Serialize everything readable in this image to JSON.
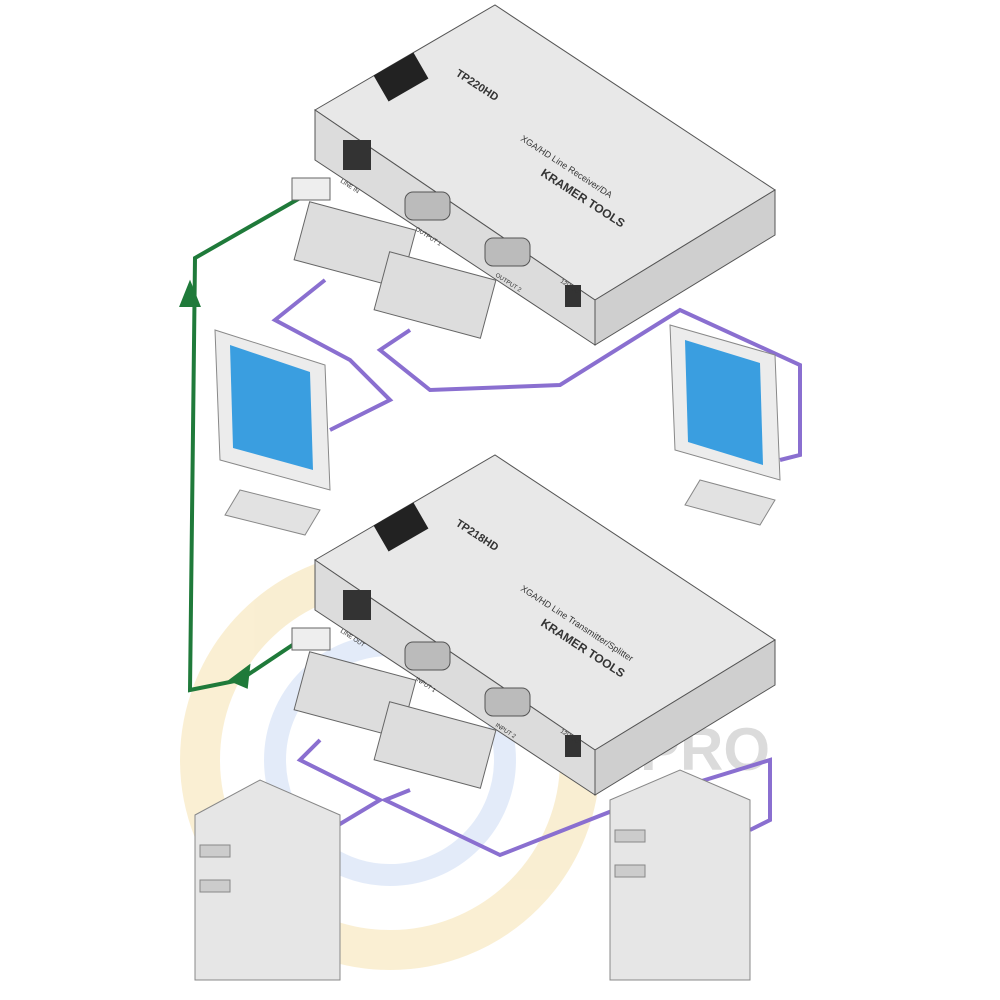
{
  "receiver": {
    "brand": "KRAMER TOOLS",
    "model": "TP220HD",
    "description": "XGA/HD Line Receiver/DA",
    "ports": [
      "LINE IN",
      "OUTPUT 1",
      "OUTPUT 2",
      "12V DC"
    ]
  },
  "transmitter": {
    "brand": "KRAMER TOOLS",
    "model": "TP218HD",
    "description": "XGA/HD Line Transmitter/Splitter",
    "ports": [
      "LINE OUT",
      "INPUT 1",
      "INPUT 2",
      "12V DC"
    ]
  },
  "watermark": "EXPRO",
  "colors": {
    "twisted_pair": "#1f7a3a",
    "vga_cable": "#8a6fd0",
    "device": "#e6e6e6",
    "screen": "#3a9ee0"
  }
}
